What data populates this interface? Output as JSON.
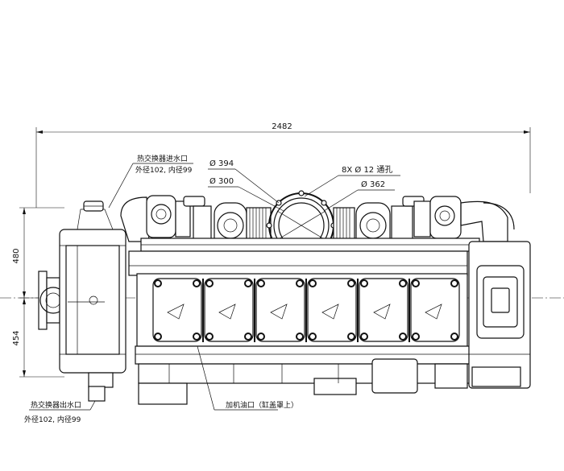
{
  "dimensions": {
    "overall_length": "2482",
    "upper_height": "480",
    "lower_height": "454",
    "diameter_394": "Ø 394",
    "diameter_300": "Ø 300",
    "bolt_holes": "8X Ø 12 通孔",
    "diameter_362": "Ø 362"
  },
  "callouts": {
    "inlet_title": "热交换器进水口",
    "inlet_spec": "外径102, 内径99",
    "outlet_title": "热交换器出水口",
    "outlet_spec": "外径102, 内径99",
    "oil_filler": "加机油口（缸盖罩上）"
  }
}
